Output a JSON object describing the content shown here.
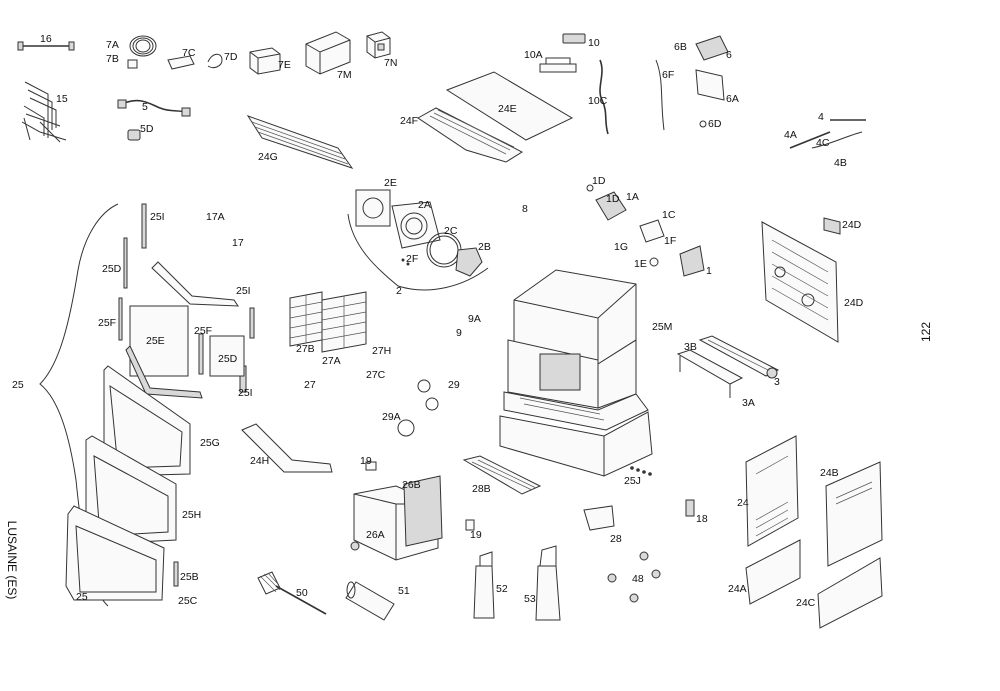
{
  "page_number": "122",
  "side_text": "LUSAINE (ES)",
  "part_labels": [
    "1",
    "1A",
    "1C",
    "1D",
    "1D",
    "1E",
    "1F",
    "1G",
    "2",
    "2A",
    "2B",
    "2C",
    "2E",
    "2F",
    "3",
    "3A",
    "3B",
    "4",
    "4A",
    "4B",
    "4C",
    "5",
    "5D",
    "6",
    "6A",
    "6B",
    "6D",
    "6F",
    "7A",
    "7B",
    "7C",
    "7D",
    "7E",
    "7M",
    "7N",
    "8",
    "9",
    "9A",
    "10",
    "10A",
    "10C",
    "15",
    "16",
    "17",
    "17A",
    "18",
    "19",
    "19",
    "24",
    "24A",
    "24B",
    "24C",
    "24D",
    "24D",
    "24E",
    "24F",
    "24G",
    "24H",
    "25",
    "25",
    "25B",
    "25C",
    "25D",
    "25D",
    "25E",
    "25F",
    "25F",
    "25G",
    "25H",
    "25I",
    "25I",
    "25I",
    "25J",
    "25M",
    "26A",
    "26B",
    "27",
    "27A",
    "27B",
    "27C",
    "27H",
    "28",
    "28B",
    "29",
    "29A",
    "48",
    "50",
    "51",
    "52",
    "53"
  ]
}
